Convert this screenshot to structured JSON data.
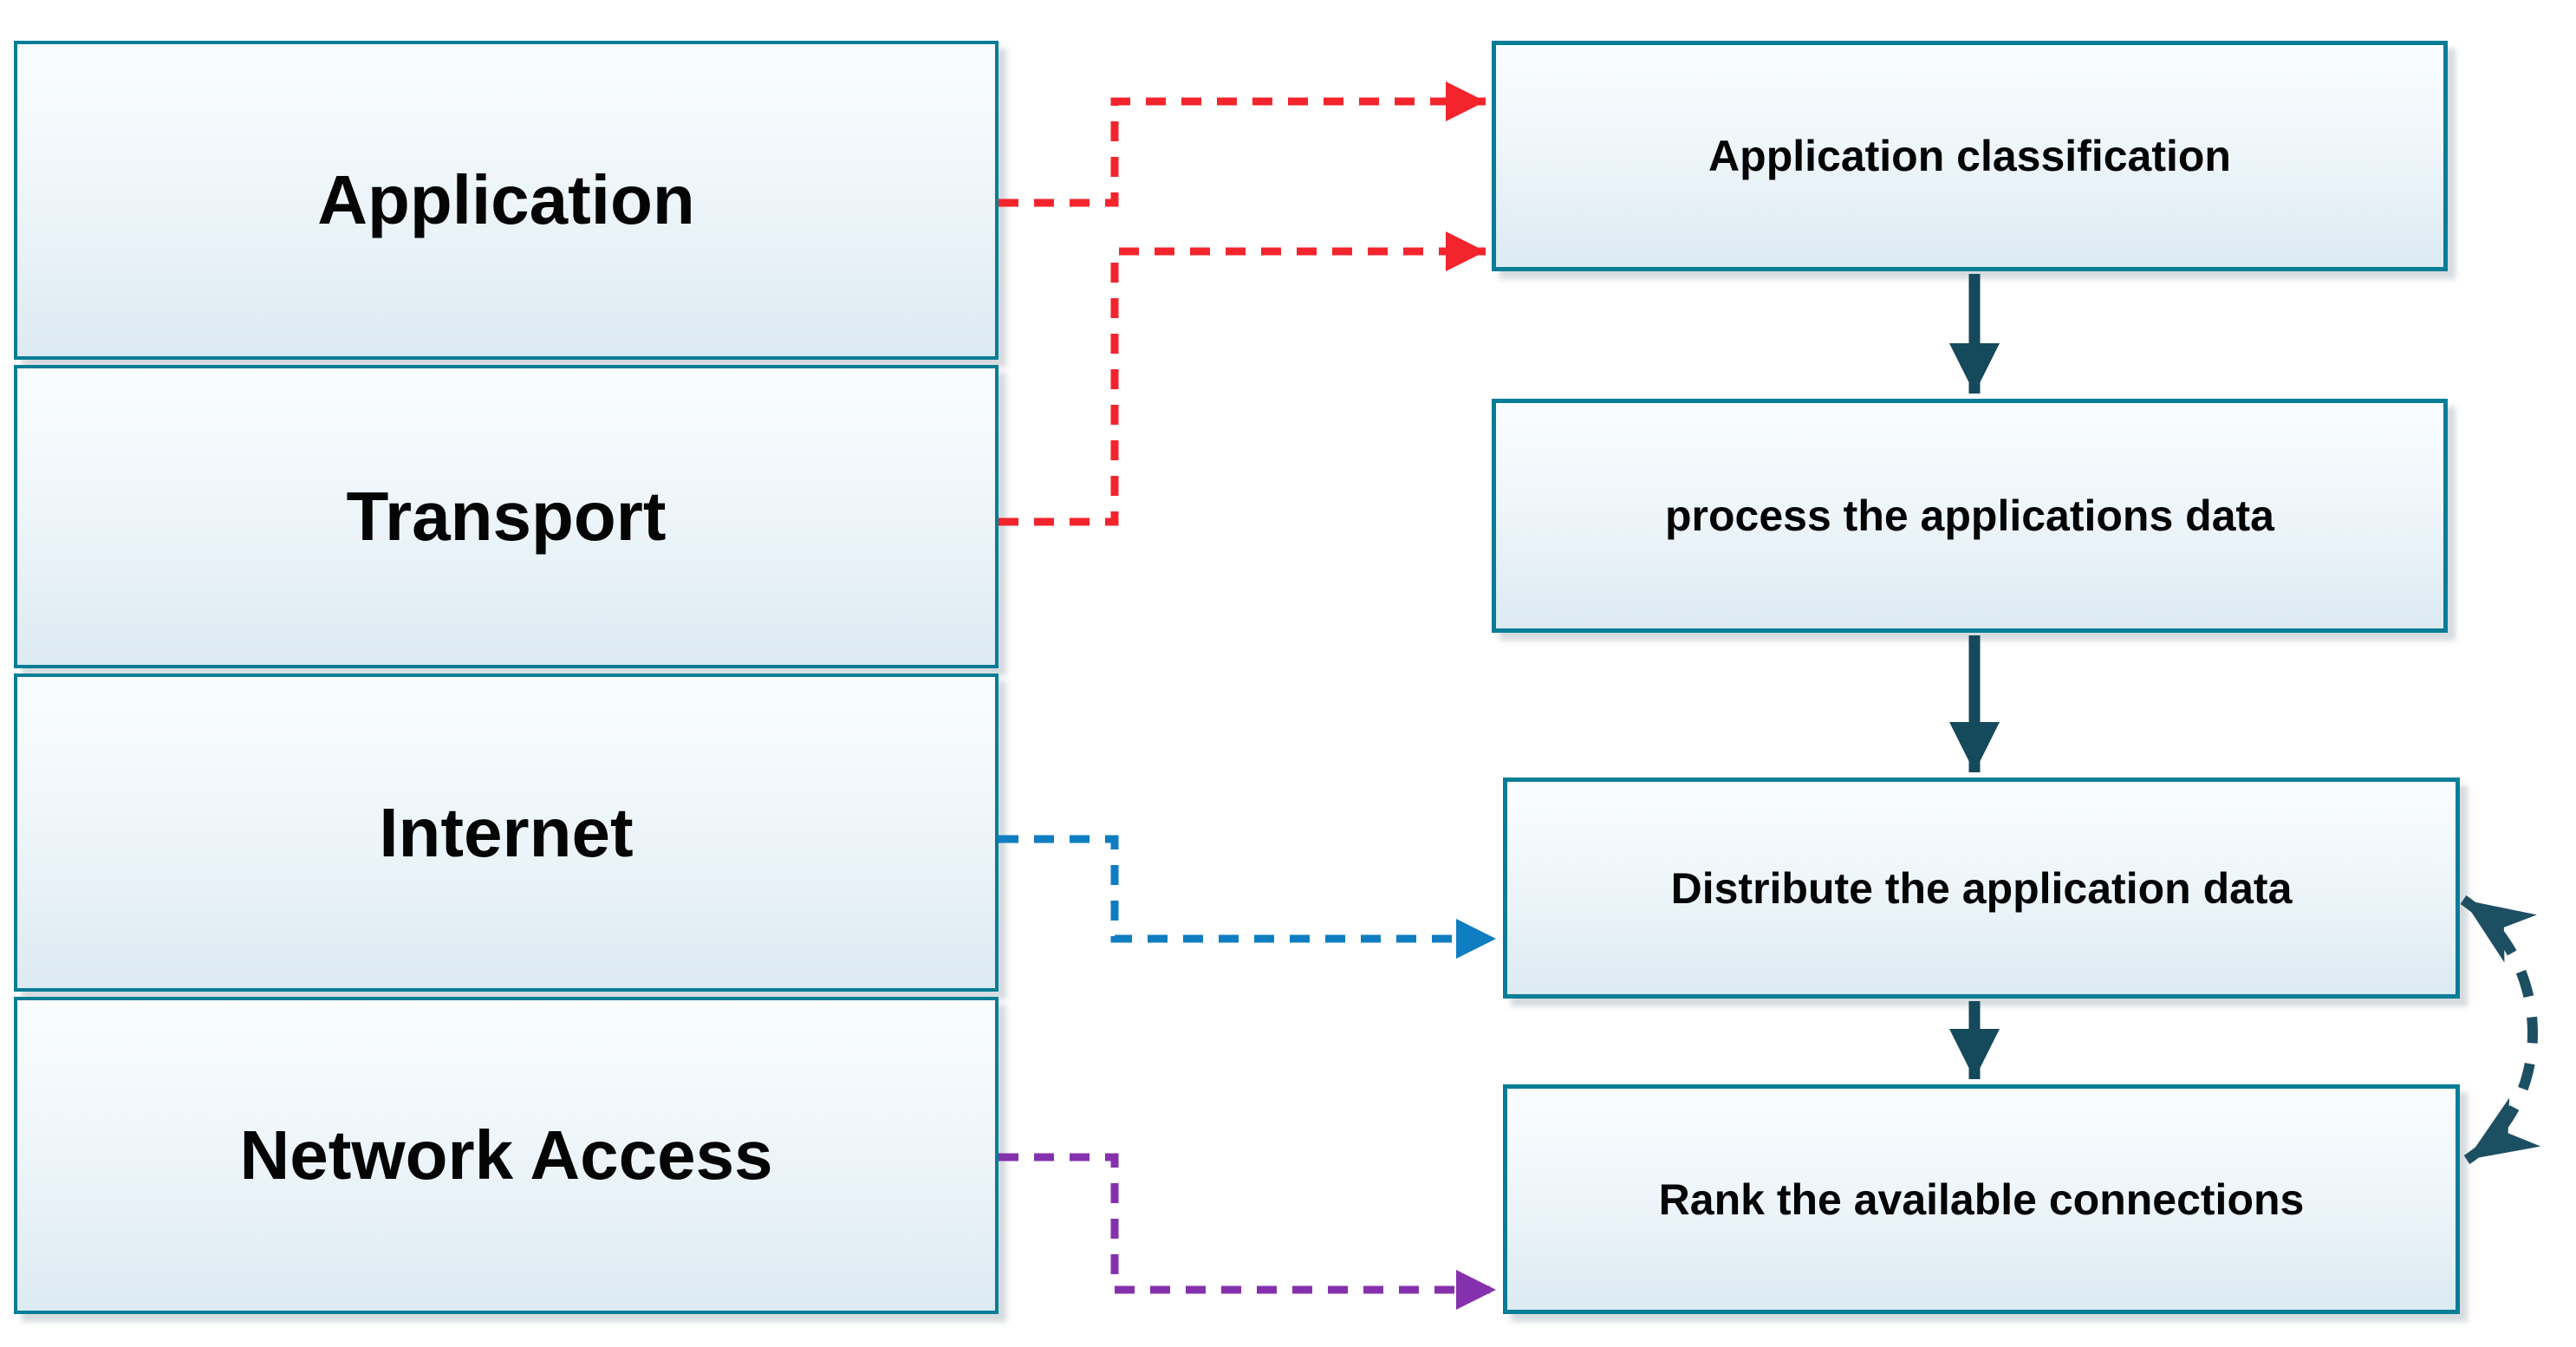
{
  "colors": {
    "border": "#077d96",
    "fill-top": "#fafdfe",
    "fill-bottom": "#dceaf2",
    "text": "#050505",
    "solid-arrow": "#15495c",
    "curved-arrow": "#1d4f63",
    "red": "#f3242c",
    "blue": "#0e7dc2",
    "purple": "#8531ad"
  },
  "stack": {
    "layers": [
      {
        "label": "Application"
      },
      {
        "label": "Transport"
      },
      {
        "label": "Internet"
      },
      {
        "label": "Network Access"
      }
    ]
  },
  "flow": {
    "boxes": [
      {
        "label": "Application classification"
      },
      {
        "label": "process the applications data"
      },
      {
        "label": "Distribute the application data"
      },
      {
        "label": "Rank the available connections"
      }
    ]
  }
}
